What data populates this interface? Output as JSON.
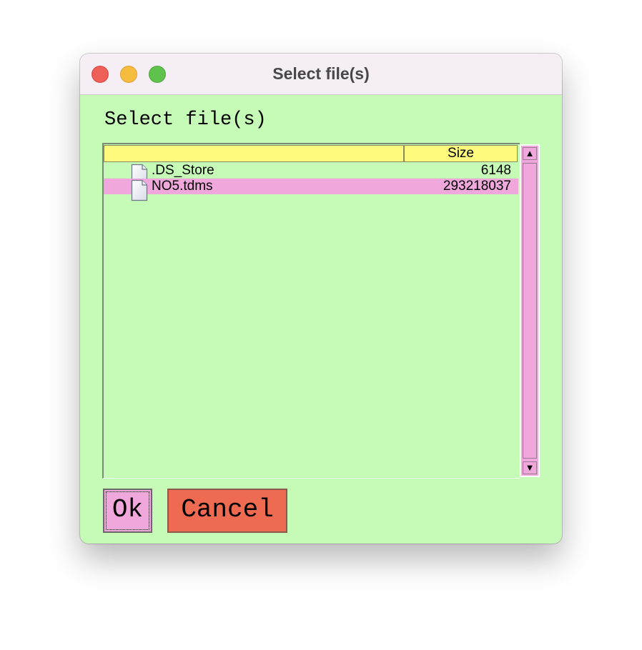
{
  "window": {
    "title": "Select file(s)"
  },
  "dialog": {
    "heading": "Select file(s)",
    "columns": {
      "name": "",
      "size": "Size"
    },
    "files": [
      {
        "name": ".DS_Store",
        "size": "6148",
        "selected": false
      },
      {
        "name": "NO5.tdms",
        "size": "293218037",
        "selected": true
      }
    ],
    "ok_label": "Ok",
    "cancel_label": "Cancel"
  },
  "icons": {
    "close": "close-traffic-light-icon",
    "minimize": "minimize-traffic-light-icon",
    "maximize": "maximize-traffic-light-icon",
    "file": "document-icon",
    "scroll_up": "triangle-up-icon",
    "scroll_down": "triangle-down-icon"
  },
  "colors": {
    "background": "#c5fab7",
    "header": "#fdfa7e",
    "selection": "#f0a8dc",
    "cancel": "#ee6a50",
    "titlebar": "#f6eef5"
  }
}
